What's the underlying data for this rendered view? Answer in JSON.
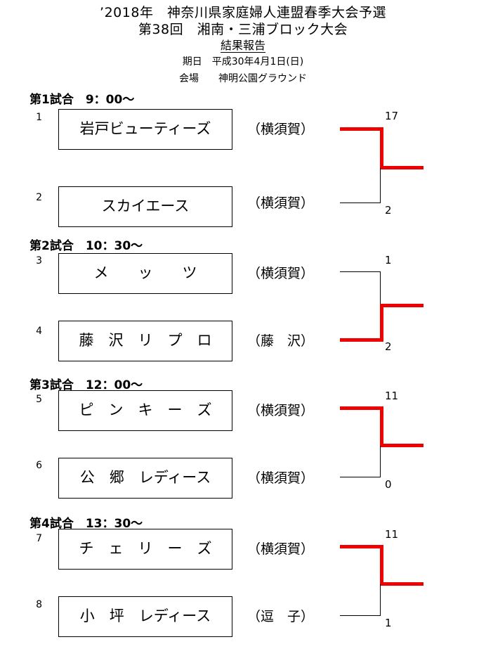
{
  "header": {
    "line1": "’2018年　神奈川県家庭婦人連盟春季大会予選",
    "line2": "第38回　湘南・三浦ブロック大会",
    "line3": "結果報告",
    "line4": "期日　平成30年4月1日(日)",
    "line5": "会場　　神明公園グラウンド"
  },
  "matches": [
    {
      "title": "第1試合　9：00〜",
      "top": {
        "seed": "1",
        "name": "岩戸ビューティーズ",
        "region": "（横須賀）",
        "score": "17",
        "winner": true
      },
      "bottom": {
        "seed": "2",
        "name": "スカイエース",
        "region": "（横須賀）",
        "score": "2",
        "winner": false
      }
    },
    {
      "title": "第2試合　10：30〜",
      "top": {
        "seed": "3",
        "name": "メ　　ッ　　ツ",
        "region": "（横須賀）",
        "score": "1",
        "winner": false
      },
      "bottom": {
        "seed": "4",
        "name": "藤　沢　リ　プ　ロ",
        "region": "（藤　沢）",
        "score": "2",
        "winner": true
      }
    },
    {
      "title": "第3試合　12：00〜",
      "top": {
        "seed": "5",
        "name": "ピ　ン　キ　ー　ズ",
        "region": "（横須賀）",
        "score": "11",
        "winner": true
      },
      "bottom": {
        "seed": "6",
        "name": "公　郷　レディース",
        "region": "（横須賀）",
        "score": "0",
        "winner": false
      }
    },
    {
      "title": "第4試合　13：30〜",
      "top": {
        "seed": "7",
        "name": "チ　ェ　リ　ー　ズ",
        "region": "（横須賀）",
        "score": "11",
        "winner": true
      },
      "bottom": {
        "seed": "8",
        "name": "小　坪　レディース",
        "region": "（逗　子）",
        "score": "1",
        "winner": false
      }
    }
  ],
  "colors": {
    "winner_line": "#ee0000",
    "loser_line": "#000000",
    "text": "#000000",
    "background": "#ffffff"
  }
}
